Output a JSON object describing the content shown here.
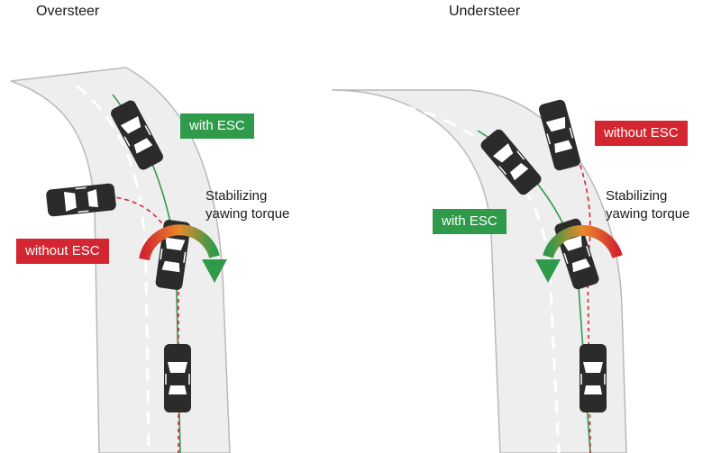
{
  "panels": [
    {
      "title": "Oversteer",
      "with_esc": "with ESC",
      "without_esc": "without ESC",
      "torque_caption": [
        "Stabilizing",
        "yawing torque"
      ]
    },
    {
      "title": "Understeer",
      "with_esc": "with ESC",
      "without_esc": "without ESC",
      "torque_caption": [
        "Stabilizing",
        "yawing torque"
      ]
    }
  ],
  "colors": {
    "road": "#eeeeee",
    "road_edge": "#b9b9b9",
    "lane_marking": "#ffffff",
    "green_path": "#2e9a4a",
    "red_path": "#d32630",
    "car_body": "#2b2b2b",
    "car_glass": "#ffffff",
    "label_green": "#2e9a4a",
    "label_red": "#d32630",
    "arrow_gradient": [
      "#d32630",
      "#e8892a",
      "#2e9a4a"
    ]
  },
  "icons": [
    "car-icon",
    "torque-arrow-icon"
  ]
}
